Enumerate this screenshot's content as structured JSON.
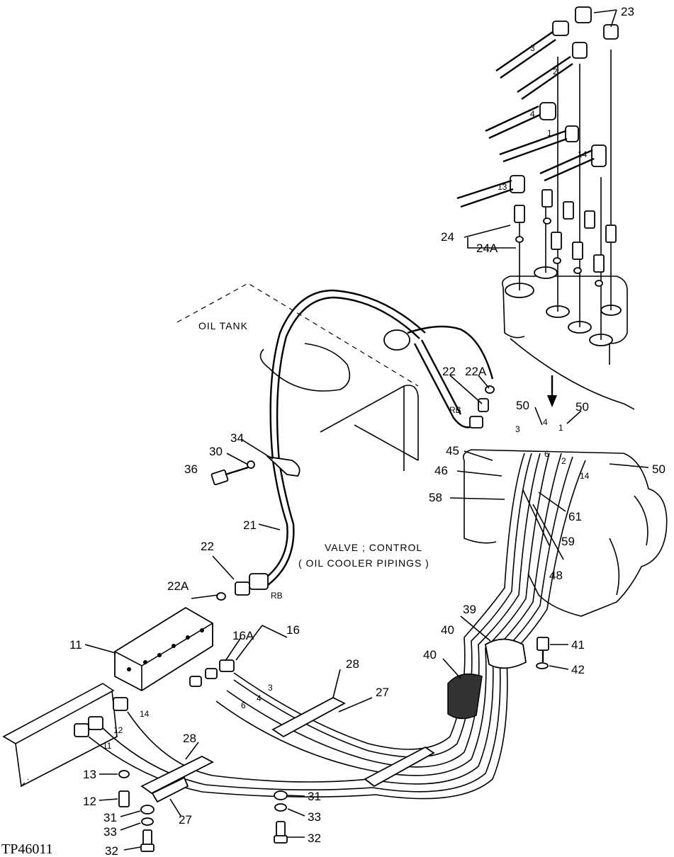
{
  "figure_id": "TP46011",
  "captions": {
    "oil_tank": "OIL TANK",
    "valve_line1": "VALVE ; CONTROL",
    "valve_line2": "( OIL COOLER PIPINGS )"
  },
  "callouts": {
    "c23": "23",
    "c24": "24",
    "c24A": "24A",
    "c22_top": "22",
    "c22A_top": "22A",
    "c50_a": "50",
    "c50_b": "50",
    "c50_c": "50",
    "c45": "45",
    "c46": "46",
    "c58": "58",
    "c61": "61",
    "c59": "59",
    "c48": "48",
    "c34": "34",
    "c30": "30",
    "c36": "36",
    "c21": "21",
    "c22_mid": "22",
    "c22A_mid": "22A",
    "c16A": "16A",
    "c16": "16",
    "c11": "11",
    "c28_r": "28",
    "c27_r": "27",
    "c39": "39",
    "c40_a": "40",
    "c40_b": "40",
    "c41": "41",
    "c42": "42",
    "c28_l": "28",
    "c13": "13",
    "c12": "12",
    "c31_l": "31",
    "c33_l": "33",
    "c32_l": "32",
    "c27_l": "27",
    "c31_r": "31",
    "c33_r": "33",
    "c32_r": "32"
  },
  "hose_tags": {
    "rb_upper": "RB",
    "rb_lower": "RB",
    "h3_top": "3",
    "h4_top": "4",
    "h2_top": "2",
    "h1_top": "1",
    "h14_top": "14",
    "h13_top": "13",
    "h3_v": "3",
    "h4_v": "4",
    "h1_v": "1",
    "h6_v": "6",
    "h2_v": "2",
    "h14_v": "14",
    "h3_m": "3",
    "h4_m": "4",
    "h6_m": "6",
    "h14_m": "14",
    "h12_m": "12",
    "h11_m": "11"
  }
}
